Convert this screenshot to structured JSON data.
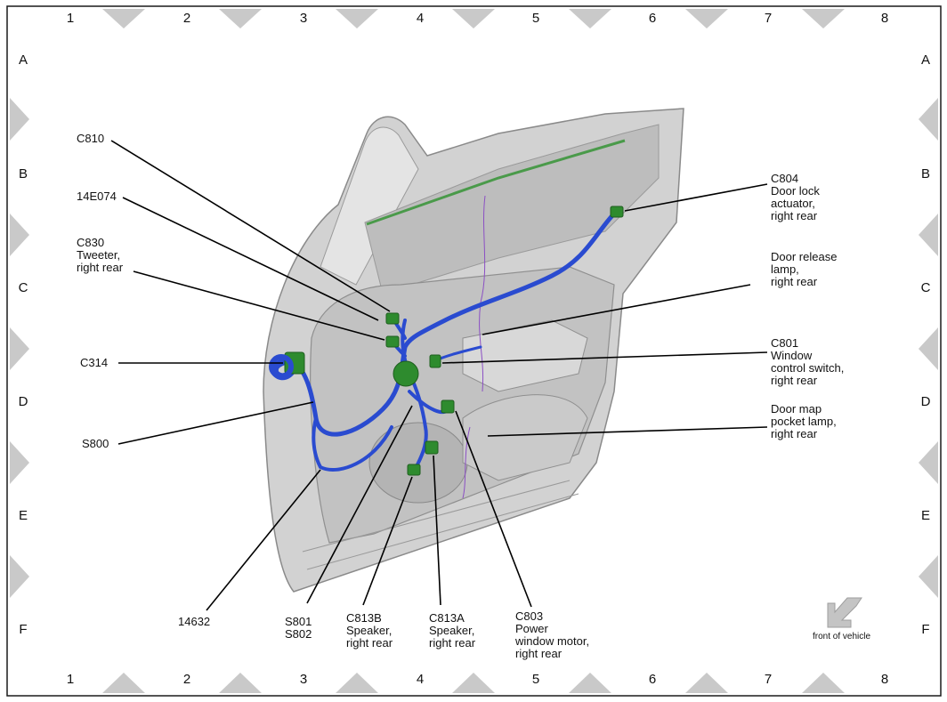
{
  "grid": {
    "columns": [
      "1",
      "2",
      "3",
      "4",
      "5",
      "6",
      "7",
      "8"
    ],
    "rows": [
      "A",
      "B",
      "C",
      "D",
      "E",
      "F"
    ]
  },
  "callouts": {
    "c810": "C810",
    "e14074": "14E074",
    "c830": "C830\nTweeter,\nright rear",
    "c314": "C314",
    "s800": "S800",
    "n14632": "14632",
    "s801": "S801\nS802",
    "c813b": "C813B\nSpeaker,\nright rear",
    "c813a": "C813A\nSpeaker,\nright rear",
    "c803": "C803\nPower\nwindow motor,\nright rear",
    "c804": "C804\nDoor lock\nactuator,\nright rear",
    "door_release": "Door release\nlamp,\nright rear",
    "c801": "C801\nWindow\ncontrol switch,\nright rear",
    "door_map": "Door map\npocket lamp,\nright rear"
  },
  "front_of_vehicle": "front of vehicle",
  "colors": {
    "harness": "#2a4bd0",
    "connector": "#2e8b2e",
    "door_panel": "#c8c8c8",
    "triangle": "#c9c9c9",
    "frame": "#1a1a1a"
  }
}
